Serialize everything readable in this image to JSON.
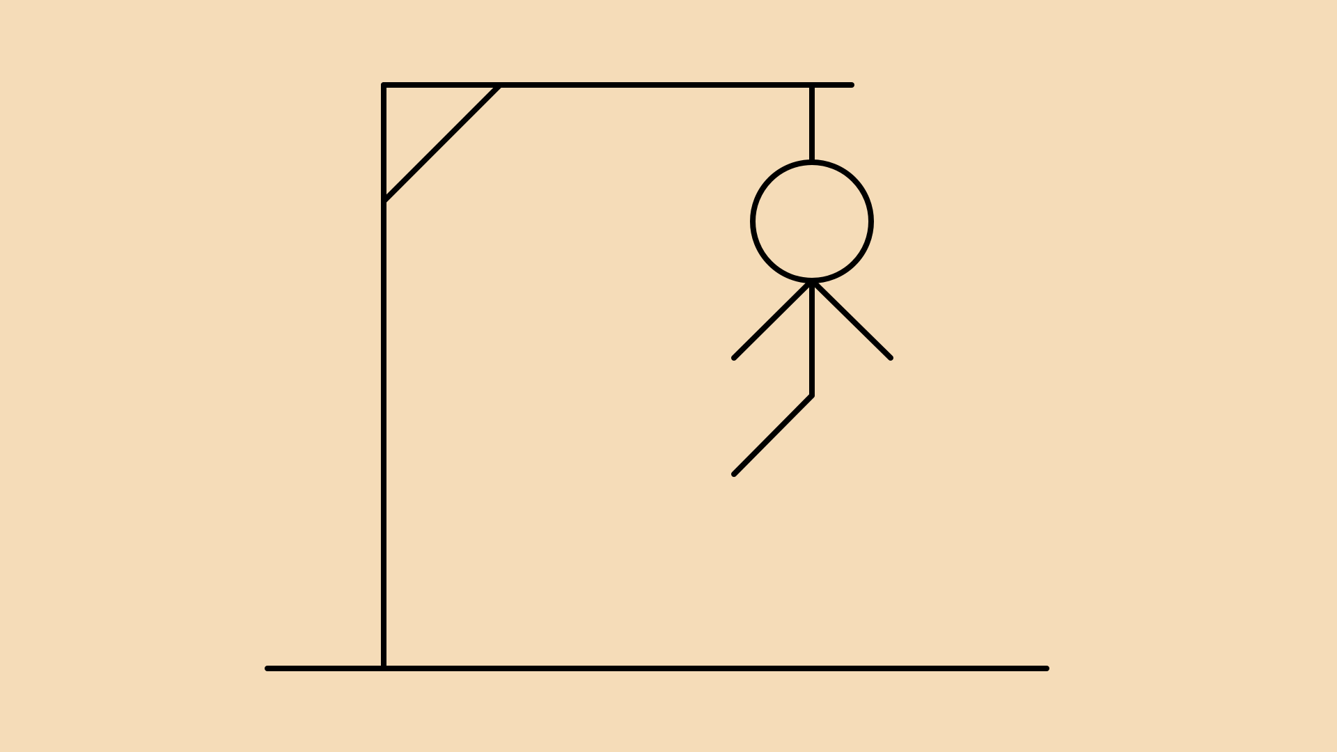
{
  "colors": {
    "background": "#f5dcb8",
    "ink": "#000000"
  },
  "game": {
    "parts_drawn": 5,
    "parts_total": 6,
    "gallows_parts": [
      "base",
      "post",
      "beam",
      "brace",
      "rope"
    ],
    "figure_parts": {
      "head": true,
      "body": true,
      "left_arm": true,
      "right_arm": true,
      "left_leg": true,
      "right_leg": false
    }
  }
}
